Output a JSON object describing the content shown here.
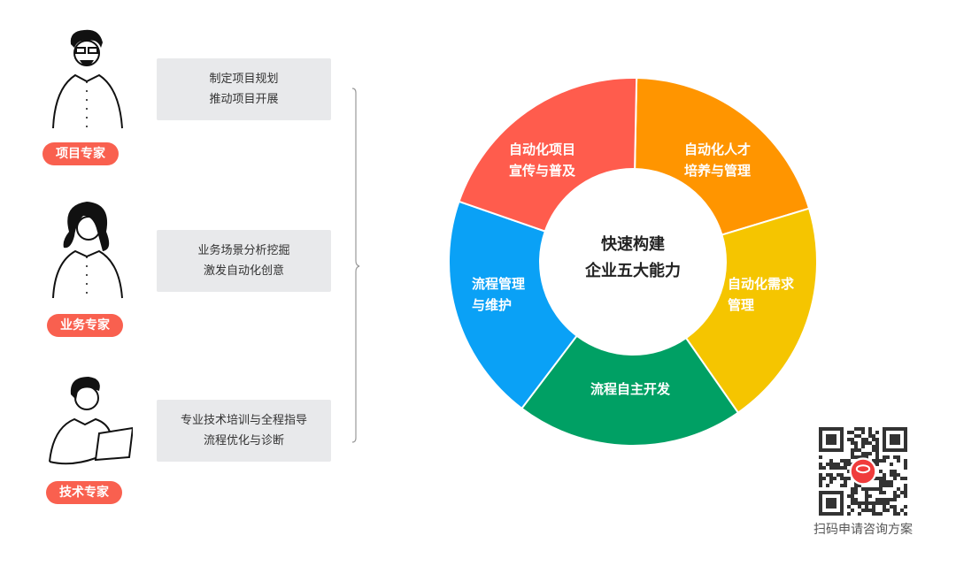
{
  "roles": [
    {
      "badge": "项目专家",
      "lines": [
        "制定项目规划",
        "推动项目开展"
      ]
    },
    {
      "badge": "业务专家",
      "lines": [
        "业务场景分析挖掘",
        "激发自动化创意"
      ]
    },
    {
      "badge": "技术专家",
      "lines": [
        "专业技术培训与全程指导",
        "流程优化与诊断"
      ]
    }
  ],
  "donut": {
    "center": [
      "快速构建",
      "企业五大能力"
    ],
    "segments": [
      {
        "lines": [
          "自动化人才",
          "培养与管理"
        ],
        "color": "#FF9500"
      },
      {
        "lines": [
          "自动化需求",
          "管理"
        ],
        "color": "#F5C500"
      },
      {
        "lines": [
          "流程自主开发"
        ],
        "color": "#00A064"
      },
      {
        "lines": [
          "流程管理",
          "与维护"
        ],
        "color": "#0AA1F6"
      },
      {
        "lines": [
          "自动化项目",
          "宣传与普及"
        ],
        "color": "#FF5C4D"
      }
    ]
  },
  "qr": {
    "caption": "扫码申请咨询方案",
    "logo_color": "#F03C3C"
  }
}
